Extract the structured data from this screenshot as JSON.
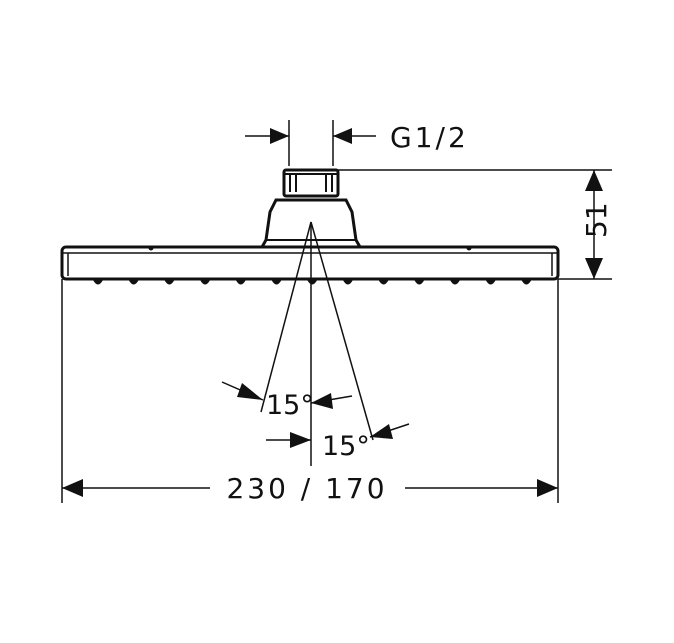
{
  "labels": {
    "thread": "G1/2",
    "height": "51",
    "angle_left": "15°",
    "angle_right": "15°",
    "width": "230 / 170"
  },
  "colors": {
    "ink": "#111111",
    "background": "#ffffff"
  }
}
